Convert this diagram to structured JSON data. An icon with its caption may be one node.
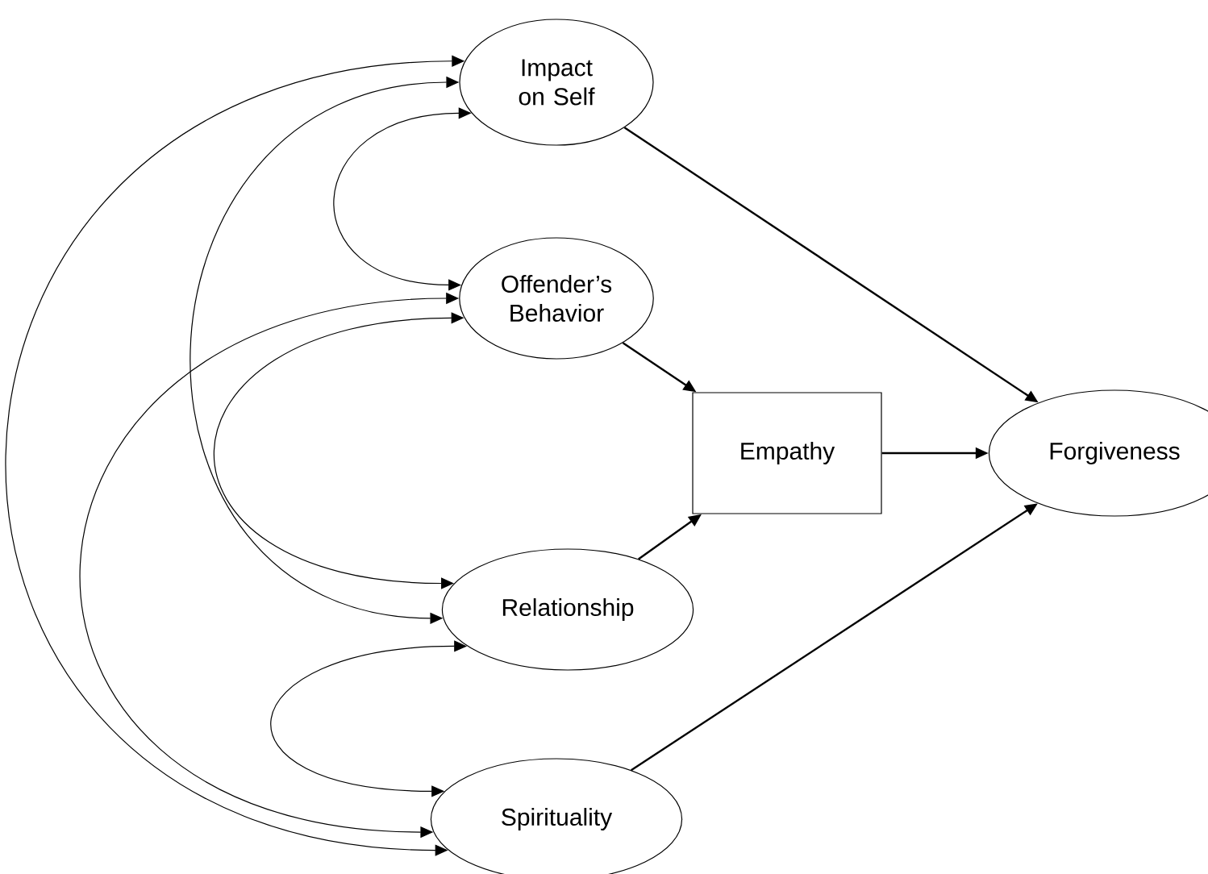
{
  "diagram": {
    "nodes": [
      {
        "text": [
          "Impact on Self"
        ]
      },
      {
        "text": [
          "Offender’s Behavior"
        ]
      },
      {
        "text": [
          "Relationship"
        ]
      },
      {
        "text": [
          "Spirituality"
        ]
      },
      {
        "text": [
          "Empathy"
        ]
      },
      {
        "text": [
          "Forgiveness"
        ]
      }
    ],
    "edges": [
      {
        "from": 0,
        "to": 1,
        "arrow": "both"
      },
      {
        "from": 0,
        "to": 2,
        "arrow": "both"
      },
      {
        "from": 0,
        "to": 3,
        "arrow": "both"
      },
      {
        "from": 1,
        "to": 2,
        "arrow": "both"
      },
      {
        "from": 1,
        "to": 3,
        "arrow": "both"
      },
      {
        "from": 2,
        "to": 3,
        "arrow": "both"
      },
      {
        "from": 0,
        "to": 5,
        "arrow": "to"
      },
      {
        "from": 1,
        "to": 4,
        "arrow": "to"
      },
      {
        "from": 2,
        "to": 4,
        "arrow": "to"
      },
      {
        "from": 4,
        "to": 5,
        "arrow": "to"
      },
      {
        "from": 3,
        "to": 5,
        "arrow": "to"
      }
    ]
  }
}
